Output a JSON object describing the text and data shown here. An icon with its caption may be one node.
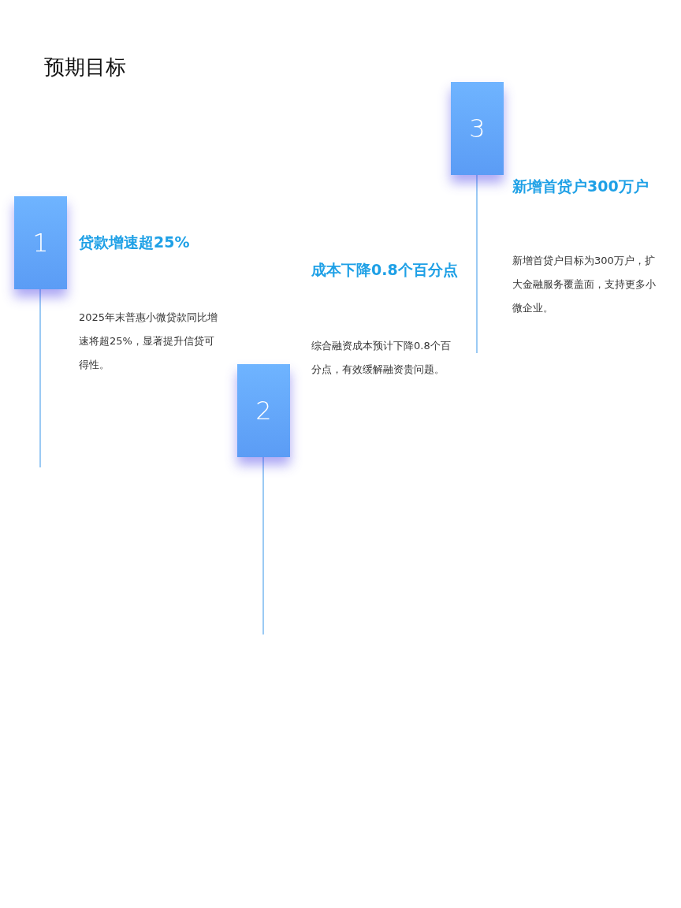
{
  "diagram": {
    "title": "预期目标",
    "nodes": [
      {
        "text": [
          "1"
        ]
      },
      {
        "text": [
          "2"
        ]
      },
      {
        "text": [
          "3"
        ]
      }
    ],
    "labels": [
      "贷款增速超25%",
      "2025年末普惠小微贷款同比增速将超25%，显著提升信贷可得性。",
      "成本下降0.8个百分点",
      "综合融资成本预计下降0.8个百分点，有效缓解融资贵问题。",
      "新增首贷户300万户",
      "新增首贷户目标为300万户，扩大金融服务覆盖面，支持更多小微企业。"
    ]
  }
}
